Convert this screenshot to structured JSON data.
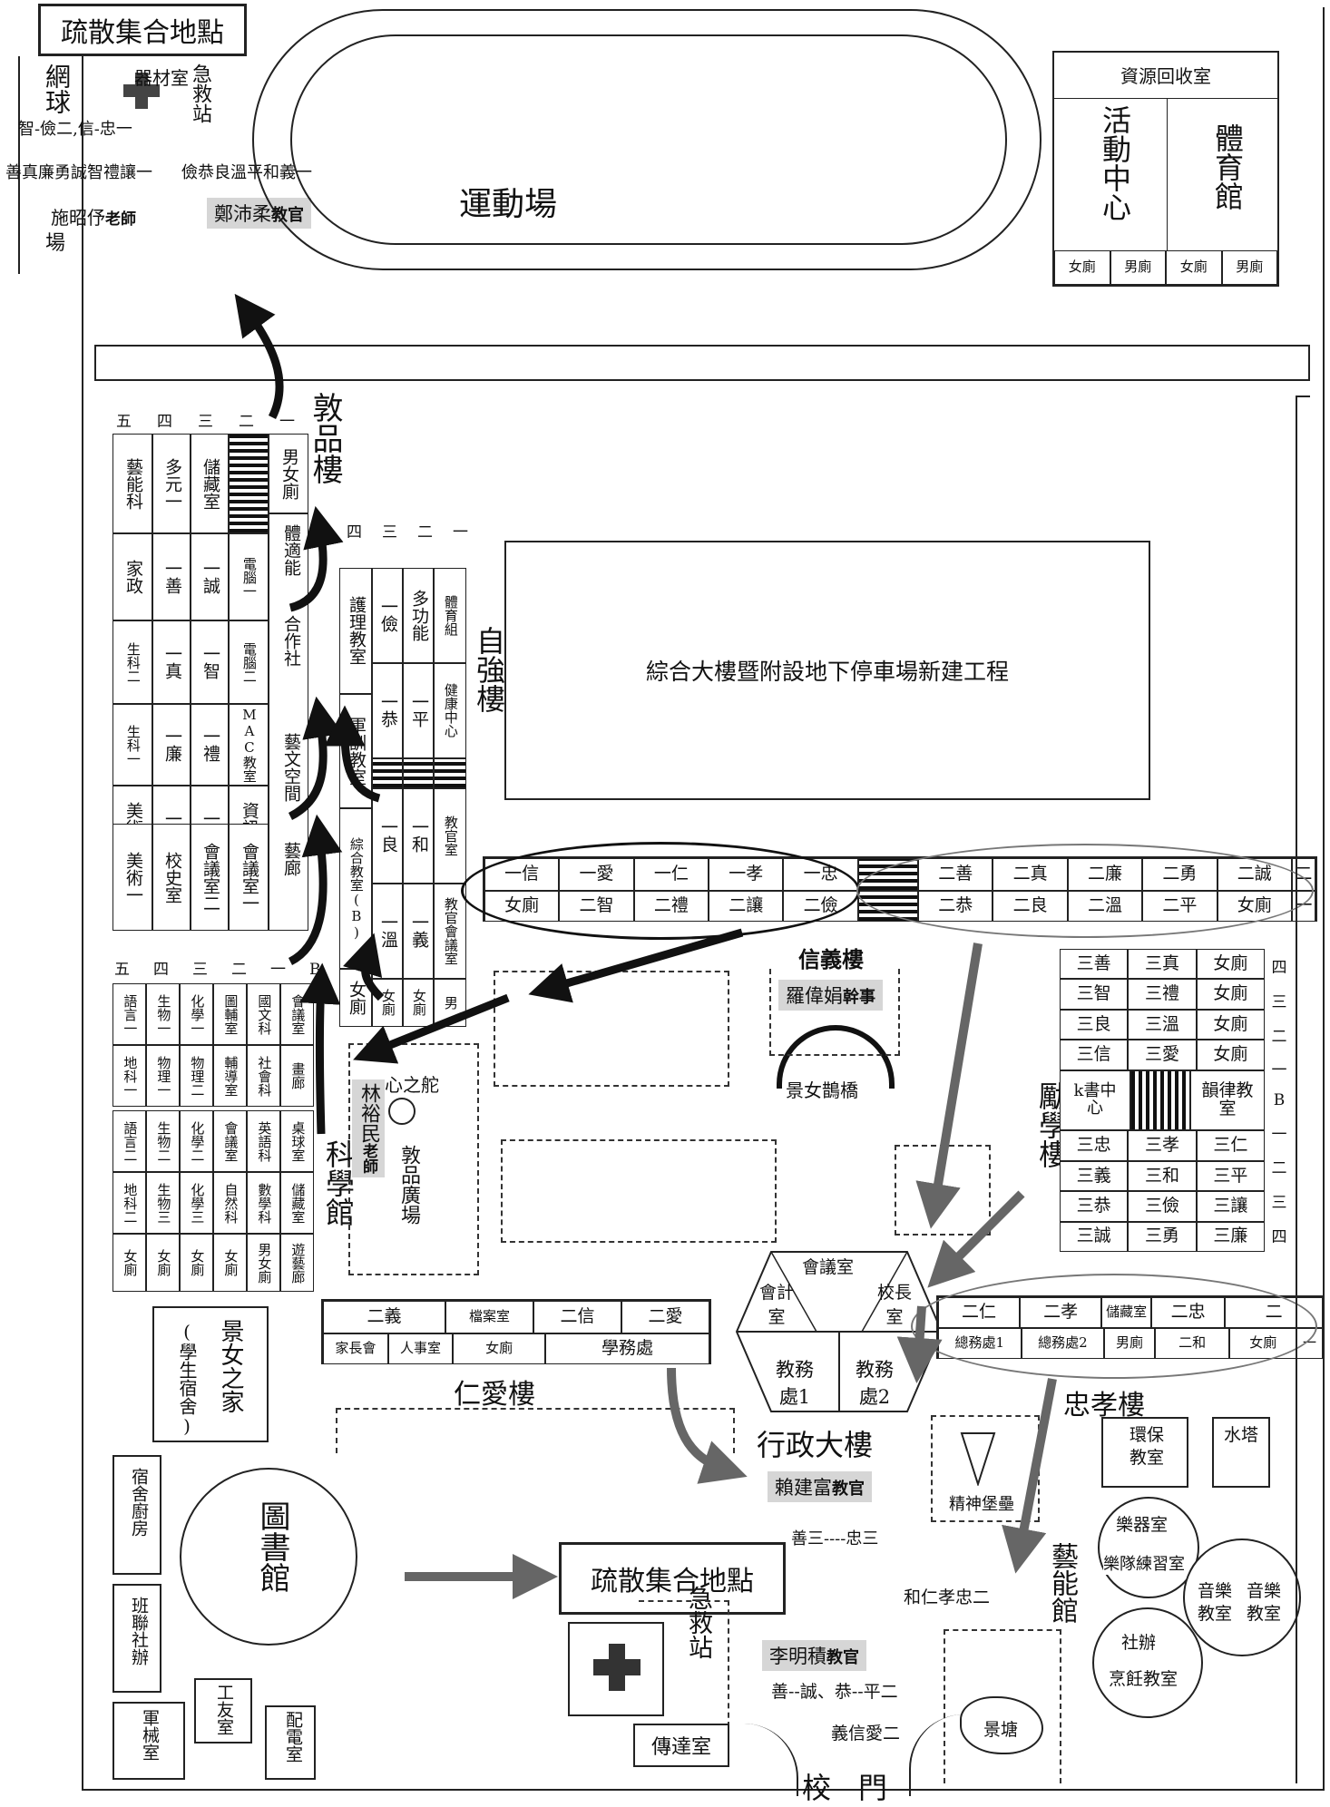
{
  "evacuation": {
    "top": "疏散集合地點",
    "bottom": "疏散集合地點"
  },
  "track": {
    "label": "運動場"
  },
  "recycle": {
    "label": "資源回收室",
    "activity": "活動中心",
    "gym": "體育館",
    "toilets": [
      "女廁",
      "男廁",
      "女廁",
      "男廁"
    ]
  },
  "topleft": {
    "tennis": "網球",
    "equipment": "器材室",
    "aid": "急救站",
    "field": "場",
    "classes1": "智-儉二,信-忠一",
    "classes2": "善真廉勇誠智禮讓一",
    "classes3": "儉恭良溫平和義一",
    "teacher1": "施昭伃",
    "teacher1_role": "老師",
    "teacher2": "鄭沛柔",
    "teacher2_role": "教官"
  },
  "dunpin": {
    "name": "敦品樓",
    "floors": [
      "五",
      "四",
      "三",
      "二",
      "一"
    ],
    "row1": [
      "藝能科",
      "多元一",
      "儲藏室",
      "",
      "男女廁"
    ],
    "row2": [
      "家政",
      "一善",
      "一誠",
      "電腦一"
    ],
    "row3": [
      "生科二",
      "一真",
      "一智",
      "電腦二"
    ],
    "row4": [
      "生科一",
      "一廉",
      "一禮",
      "MAC教室"
    ],
    "row5": [
      "美術二",
      "一勇",
      "一讓",
      "資訊組"
    ],
    "row6": [
      "美術一",
      "校史室",
      "會議室二",
      "會議室一"
    ],
    "side": [
      "體適能",
      "合作社",
      "藝文空間",
      "藝廊"
    ]
  },
  "ziqiang": {
    "name": "自強樓",
    "floors": [
      "四",
      "三",
      "二",
      "一"
    ],
    "c1": [
      "護理教室",
      "軍訓教室",
      "綜合教室(B)",
      "女廁"
    ],
    "c2": [
      "一儉",
      "一恭",
      "一良",
      "一溫",
      "女廁"
    ],
    "c3": [
      "多功能",
      "一平",
      "一和",
      "一義",
      "女廁"
    ],
    "c4": [
      "體育組",
      "健康中心",
      "教官室",
      "教官會議室",
      "男"
    ]
  },
  "construction": {
    "label": "綜合大樓暨附設地下停車場新建工程"
  },
  "xinyi": {
    "name": "信義樓",
    "top": [
      "一信",
      "一愛",
      "一仁",
      "一孝",
      "一忠",
      "",
      "二善",
      "二真",
      "二廉",
      "二勇",
      "二誠",
      "二"
    ],
    "bottom": [
      "女廁",
      "二智",
      "二禮",
      "二讓",
      "二儉",
      "",
      "二恭",
      "二良",
      "二溫",
      "二平",
      "女廁",
      "一"
    ],
    "staff": "羅偉娟",
    "staff_role": "幹事",
    "bridge": "景女鵲橋"
  },
  "science": {
    "name": "科學館",
    "floors": [
      "五",
      "四",
      "三",
      "二",
      "一",
      "B"
    ],
    "r1": [
      "語言一",
      "生物一",
      "化學一",
      "圖輔室",
      "國文科",
      "會議室"
    ],
    "r2": [
      "地科一",
      "物理一",
      "物理二",
      "輔導室",
      "社會科",
      "畫廊"
    ],
    "r3": [
      "語言二",
      "生物二",
      "化學二",
      "會議室",
      "英語科",
      "桌球室"
    ],
    "r4": [
      "地科二",
      "生物三",
      "化學三",
      "自然科",
      "數學科",
      "儲藏室"
    ],
    "r5": [
      "女廁",
      "女廁",
      "女廁",
      "女廁",
      "男女廁",
      "遊藝廊"
    ]
  },
  "plaza": {
    "heart": "心之舵",
    "teacher": "林裕民",
    "teacher_role": "老師",
    "name": "敦品廣場"
  },
  "lixue": {
    "name": "勵學樓",
    "floors": [
      "四",
      "三",
      "二",
      "一",
      "B",
      "一",
      "二",
      "三",
      "四"
    ],
    "rows": [
      [
        "三善",
        "三真",
        "女廁"
      ],
      [
        "三智",
        "三禮",
        "女廁"
      ],
      [
        "三良",
        "三溫",
        "女廁"
      ],
      [
        "三信",
        "三愛",
        "女廁"
      ],
      [
        "k書中心",
        "",
        "韻律教室"
      ],
      [
        "三忠",
        "三孝",
        "三仁"
      ],
      [
        "三義",
        "三和",
        "三平"
      ],
      [
        "三恭",
        "三儉",
        "三讓"
      ],
      [
        "三誠",
        "三勇",
        "三廉"
      ]
    ]
  },
  "renai": {
    "name": "仁愛樓",
    "top": [
      "二義",
      "檔案室",
      "二信",
      "二愛"
    ],
    "bottom": [
      "家長會",
      "人事室",
      "女廁",
      "學務處"
    ]
  },
  "admin": {
    "name": "行政大樓",
    "meeting": "會議室",
    "account": "會計室",
    "principal": "校長室",
    "aff1": "教務處1",
    "aff2": "教務處2",
    "staff": "賴建富",
    "staff_role": "教官",
    "note": "善三----忠三"
  },
  "zhongxiao": {
    "name": "忠孝樓",
    "top": [
      "二仁",
      "二孝",
      "儲藏室",
      "二忠",
      "二"
    ],
    "bottom": [
      "總務處1",
      "總務處2",
      "男廁",
      "二和",
      "女廁",
      "一"
    ]
  },
  "dorm": {
    "name": "景女之家",
    "sub": "(學生宿舍)",
    "kitchen": "宿舍廚房",
    "club": "班聯社辦",
    "military": "軍械室",
    "worker": "工友室",
    "power": "配電室"
  },
  "library": {
    "label": "圖書館"
  },
  "gate": {
    "aid": "急救站",
    "comm": "傳達室",
    "gate": "校門",
    "teacher": "李明積",
    "teacher_role": "教官",
    "note1": "善--誠、恭--平二",
    "note2": "義信愛二",
    "note3": "和仁孝忠二"
  },
  "arts": {
    "name": "藝能館",
    "env": "環保教室",
    "tower": "水塔",
    "fortress": "精神堡壘",
    "inst": "樂器室",
    "band": "樂隊練習室",
    "music1": "音樂教室",
    "music2": "音樂教室",
    "club": "社辦",
    "cook": "烹飪教室",
    "pond": "景塘"
  },
  "colors": {
    "arrow": "#111111",
    "gray_arrow": "#666666",
    "label_bg": "#d6d6d6"
  }
}
